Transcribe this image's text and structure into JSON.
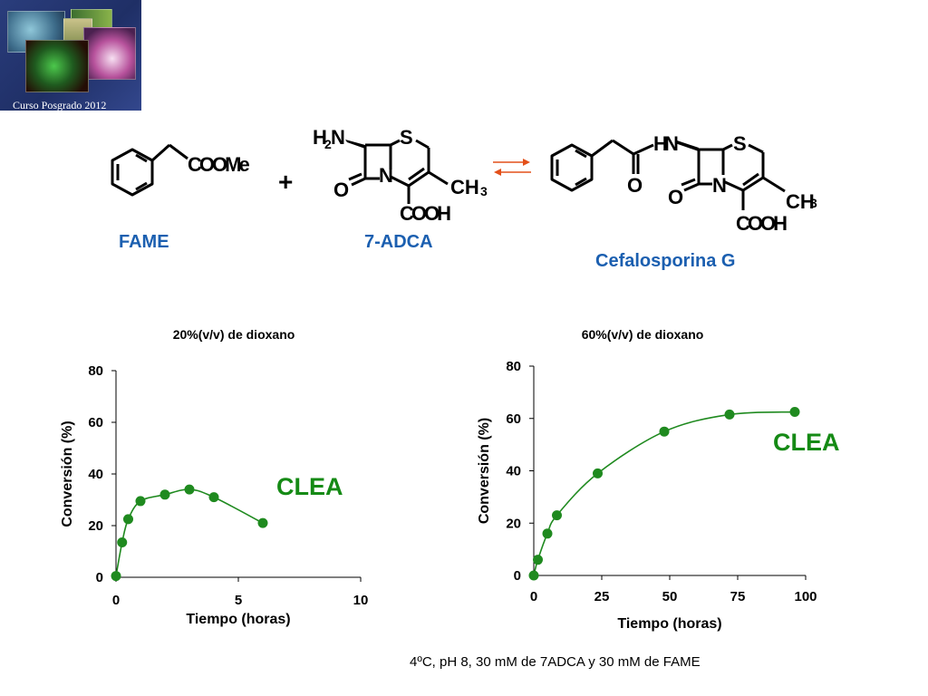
{
  "header": {
    "caption": "Curso Posgrado 2012"
  },
  "reaction": {
    "reactant1": {
      "name": "FAME",
      "group": "COOMe"
    },
    "reactant2": {
      "name": "7-ADCA",
      "amine": "H",
      "amine_sub": "2",
      "amine_N": "N",
      "ring_S": "S",
      "ring_N": "N",
      "carbonyl_O": "O",
      "methyl": "CH",
      "methyl_sub": "3",
      "acid": "COOH"
    },
    "plus": "+",
    "product": {
      "name": "Cefalosporina  G",
      "amide_H": "H",
      "amide_N": "N",
      "amide_O": "O",
      "ring_S": "S",
      "ring_N": "N",
      "carbonyl_O": "O",
      "methyl": "CH",
      "methyl_sub": "3",
      "acid": "COOH"
    },
    "arrow_color": "#e3501a"
  },
  "footer": {
    "caption": "4ºC, pH 8, 30 mM de 7ADCA y 30 mM de FAME"
  },
  "colors": {
    "series": "#1f8a1f",
    "label": "#1b5fb0",
    "clea": "#158a15"
  },
  "chart_data": [
    {
      "type": "line",
      "title": "20%(v/v) de dioxano",
      "xlabel": "Tiempo (horas)",
      "ylabel": "Conversión (%)",
      "xlim": [
        0,
        10
      ],
      "ylim": [
        0,
        80
      ],
      "xticks": [
        0,
        5,
        10
      ],
      "yticks": [
        0,
        20,
        40,
        60,
        80
      ],
      "grid": false,
      "annotation": "CLEA",
      "series": [
        {
          "x": [
            0,
            0.25,
            0.5,
            1,
            2,
            3,
            4,
            6
          ],
          "y": [
            0.5,
            13.5,
            22.5,
            29.5,
            32,
            34,
            31,
            21
          ]
        }
      ]
    },
    {
      "type": "line",
      "title": "60%(v/v) de dioxano",
      "xlabel": "Tiempo (horas)",
      "ylabel": "Conversión (%)",
      "xlim": [
        0,
        100
      ],
      "ylim": [
        0,
        80
      ],
      "xticks": [
        0,
        25,
        50,
        75,
        100
      ],
      "yticks": [
        0,
        20,
        40,
        60,
        80
      ],
      "grid": false,
      "annotation": "CLEA",
      "series": [
        {
          "x": [
            0,
            1.5,
            5,
            8.5,
            23.5,
            48,
            72,
            96
          ],
          "y": [
            0,
            6,
            16,
            23,
            39,
            55,
            61.5,
            62.5
          ]
        }
      ]
    }
  ]
}
